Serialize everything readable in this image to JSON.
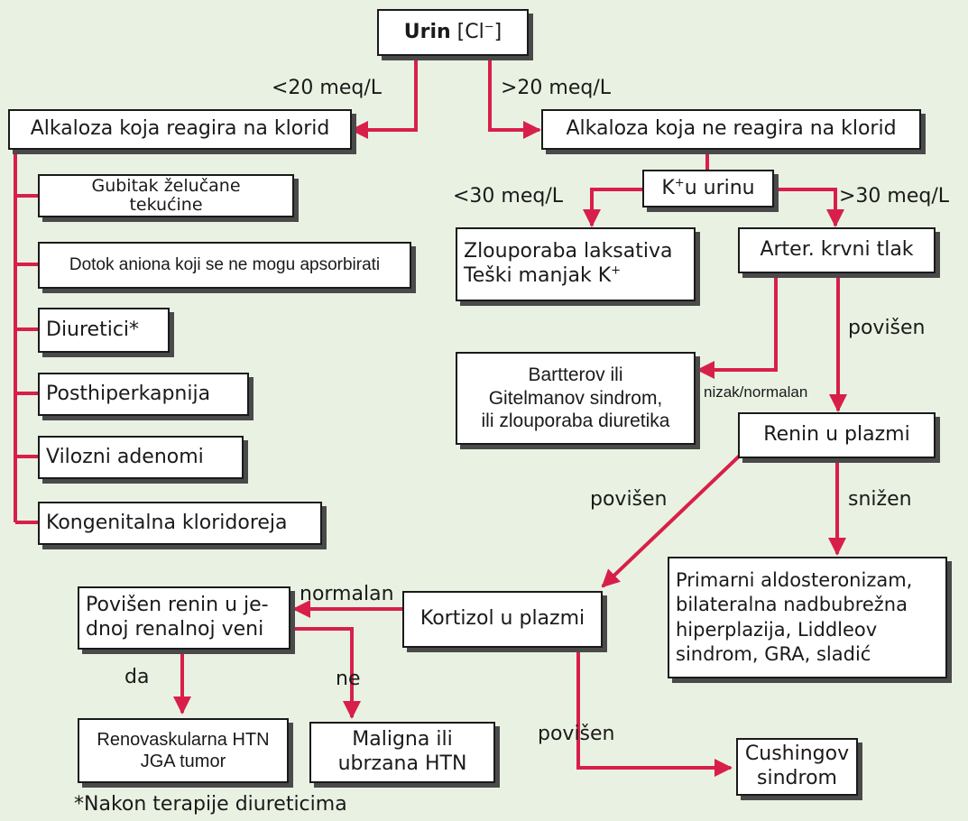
{
  "colors": {
    "background": "#e9f2e2",
    "connector": "#d81f4a",
    "box_border": "#1a1a1a",
    "box_shadow": "#4a4a4a"
  },
  "nodes": {
    "urine_cl": {
      "bold": "Urin",
      "rest": " [Cl",
      "sup": "−",
      "end": "]"
    },
    "chloride_responsive": "Alkaloza koja reagira na klorid",
    "chloride_resistant": "Alkaloza koja ne reagira na klorid",
    "gastric_fluid_loss": [
      "Gubitak želučane",
      "tekućine"
    ],
    "nonabsorbable_anions": "Dotok aniona koji se ne mogu apsorbirati",
    "diuretics": "Diuretici*",
    "posthypercapnia": "Posthiperkapnija",
    "villous_adenoma": "Vilozni adenomi",
    "congenital_chloridorrhea": "Kongenitalna kloridoreja",
    "urine_k": {
      "pre": "K",
      "sup": "+",
      "post": "u urinu"
    },
    "laxative_abuse": {
      "line1": "Zlouporaba laksativa",
      "line2_pre": "Teški manjak K",
      "line2_sup": "+"
    },
    "blood_pressure": "Arter. krvni tlak",
    "bartter_gitelman": [
      "Bartterov ili",
      "Gitelmanov sindrom,",
      "ili zlouporaba diuretika"
    ],
    "plasma_renin": "Renin u plazmi",
    "primary_aldosteronism": [
      "Primarni aldosteronizam,",
      "bilateralna nadbubrežna",
      "hiperplazija, Liddleov",
      "sindrom, GRA, sladić"
    ],
    "plasma_cortisol": "Kortizol u plazmi",
    "renal_vein_renin": [
      "Povišen renin u je-",
      "dnoj renalnoj veni"
    ],
    "renovascular_htn": [
      "Renovaskularna HTN",
      "JGA tumor"
    ],
    "malignant_htn": [
      "Maligna ili",
      "ubrzana HTN"
    ],
    "cushing": [
      "Cushingov",
      "sindrom"
    ]
  },
  "edge_labels": {
    "lt20": "<20 meq/L",
    "gt20": ">20 meq/L",
    "lt30": "<30 meq/L",
    "gt30": ">30 meq/L",
    "bp_elevated": "povišen",
    "bp_low_normal": "nizak/normalan",
    "renin_elevated": "povišen",
    "renin_decreased": "snižen",
    "cortisol_normal": "normalan",
    "renal_yes": "da",
    "renal_no": "ne",
    "cortisol_elevated": "povišen"
  },
  "footnote": "*Nakon terapije diureticima"
}
